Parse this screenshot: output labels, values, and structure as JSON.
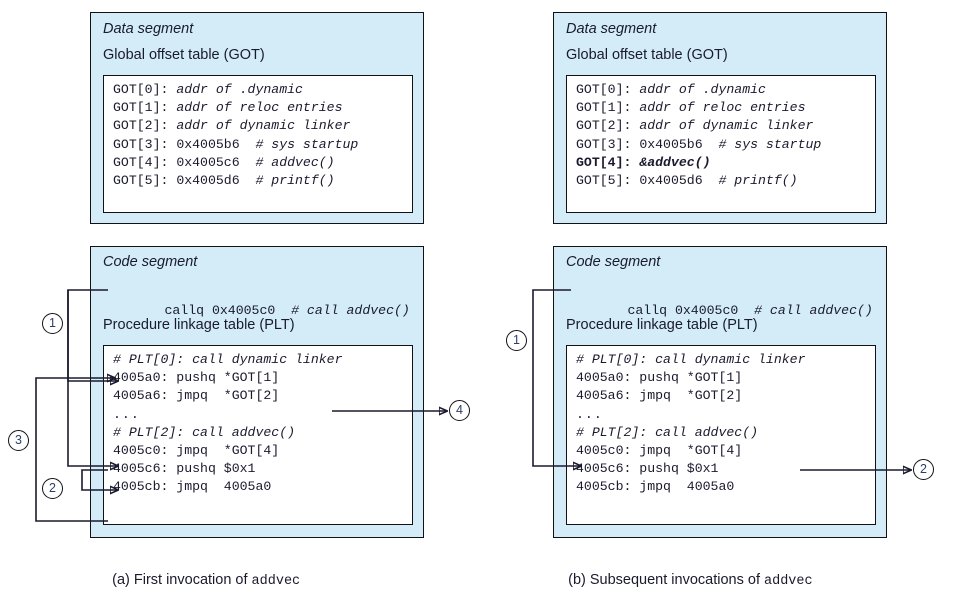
{
  "figure": {
    "accent_panel_color": "#d3ecf7",
    "line_color": "#111118",
    "box_color": "#ffffff"
  },
  "left": {
    "data_segment": {
      "title": "Data segment",
      "subtitle": "Global offset table (GOT)",
      "rows": [
        {
          "label": "GOT[0]:",
          "value": "addr of .dynamic",
          "italic": true,
          "bold": false
        },
        {
          "label": "GOT[1]:",
          "value": "addr of reloc entries",
          "italic": true,
          "bold": false
        },
        {
          "label": "GOT[2]:",
          "value": "addr of dynamic linker",
          "italic": true,
          "bold": false
        },
        {
          "label": "GOT[3]:",
          "value": "0x4005b6",
          "comment": "# sys startup",
          "italic": false,
          "bold": false
        },
        {
          "label": "GOT[4]:",
          "value": "0x4005c6",
          "comment": "# addvec()",
          "italic": false,
          "bold": false
        },
        {
          "label": "GOT[5]:",
          "value": "0x4005d6",
          "comment": "# printf()",
          "italic": false,
          "bold": false
        }
      ]
    },
    "code_segment": {
      "title": "Code segment",
      "callq": "callq 0x4005c0",
      "callq_comment": "# call addvec()",
      "subtitle": "Procedure linkage table (PLT)",
      "plt_rows": [
        {
          "text": "# PLT[0]: call dynamic linker",
          "italic": true
        },
        {
          "text": "4005a0: pushq *GOT[1]",
          "italic": false
        },
        {
          "text": "4005a6: jmpq  *GOT[2]",
          "italic": false
        },
        {
          "text": "...",
          "italic": false
        },
        {
          "text": "# PLT[2]: call addvec()",
          "italic": true
        },
        {
          "text": "4005c0: jmpq  *GOT[4]",
          "italic": false
        },
        {
          "text": "4005c6: pushq $0x1",
          "italic": false
        },
        {
          "text": "4005cb: jmpq  4005a0",
          "italic": false
        }
      ]
    },
    "markers": [
      "1",
      "3",
      "2",
      "4"
    ],
    "caption_prefix": "(a) First invocation of ",
    "caption_mono": "addvec"
  },
  "right": {
    "data_segment": {
      "title": "Data segment",
      "subtitle": "Global offset table (GOT)",
      "rows": [
        {
          "label": "GOT[0]:",
          "value": "addr of .dynamic",
          "italic": true,
          "bold": false
        },
        {
          "label": "GOT[1]:",
          "value": "addr of reloc entries",
          "italic": true,
          "bold": false
        },
        {
          "label": "GOT[2]:",
          "value": "addr of dynamic linker",
          "italic": true,
          "bold": false
        },
        {
          "label": "GOT[3]:",
          "value": "0x4005b6",
          "comment": "# sys startup",
          "italic": false,
          "bold": false
        },
        {
          "label": "GOT[4]:",
          "value": "&addvec()",
          "comment": "",
          "italic": true,
          "bold": true
        },
        {
          "label": "GOT[5]:",
          "value": "0x4005d6",
          "comment": "# printf()",
          "italic": false,
          "bold": false
        }
      ]
    },
    "code_segment": {
      "title": "Code segment",
      "callq": "callq 0x4005c0",
      "callq_comment": "# call addvec()",
      "subtitle": "Procedure linkage table (PLT)",
      "plt_rows": [
        {
          "text": "# PLT[0]: call dynamic linker",
          "italic": true
        },
        {
          "text": "4005a0: pushq *GOT[1]",
          "italic": false
        },
        {
          "text": "4005a6: jmpq  *GOT[2]",
          "italic": false
        },
        {
          "text": "...",
          "italic": false
        },
        {
          "text": "# PLT[2]: call addvec()",
          "italic": true
        },
        {
          "text": "4005c0: jmpq  *GOT[4]",
          "italic": false
        },
        {
          "text": "4005c6: pushq $0x1",
          "italic": false
        },
        {
          "text": "4005cb: jmpq  4005a0",
          "italic": false
        }
      ]
    },
    "markers": [
      "1",
      "2"
    ],
    "caption_prefix": "(b) Subsequent invocations of ",
    "caption_mono": "addvec"
  }
}
